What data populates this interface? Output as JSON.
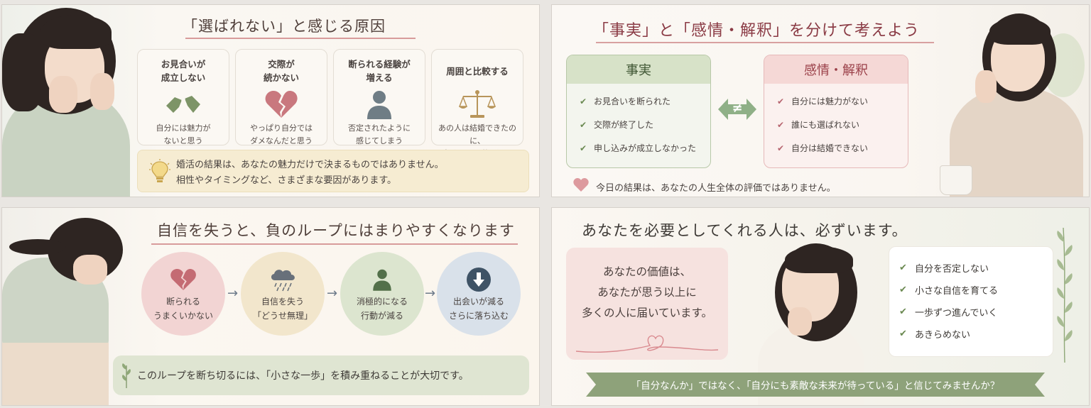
{
  "panel1": {
    "title": "「選ばれない」と感じる原因",
    "cards": [
      {
        "heading": "お見合いが\n成立しない",
        "icon": "broken-hands-icon",
        "description": "自分には魅力が\nないと思う"
      },
      {
        "heading": "交際が\n続かない",
        "icon": "broken-heart-icon",
        "description": "やっぱり自分では\nダメなんだと思う"
      },
      {
        "heading": "断られる経験が\n増える",
        "icon": "person-icon",
        "description": "否定されたように\n感じてしまう"
      },
      {
        "heading": "周囲と比較する",
        "icon": "scales-icon",
        "description": "あの人は結婚できたのに、\n自分は…と落ち込む"
      }
    ],
    "note": {
      "icon": "lightbulb-icon",
      "line1": "婚活の結果は、あなたの魅力だけで決まるものではありません。",
      "line2": "相性やタイミングなど、さまざまな要因があります。"
    }
  },
  "panel2": {
    "title": "「事実」と「感情・解釈」を分けて考えよう",
    "fact": {
      "heading": "事実",
      "items": [
        "お見合いを断られた",
        "交際が終了した",
        "申し込みが成立しなかった"
      ]
    },
    "feeling": {
      "heading": "感情・解釈",
      "items": [
        "自分には魅力がない",
        "誰にも選ばれない",
        "自分は結婚できない"
      ]
    },
    "neq_symbol": "≠",
    "footer": "今日の結果は、あなたの人生全体の評価ではありません。"
  },
  "panel3": {
    "title": "自信を失うと、負のループにはまりやすくなります",
    "steps": [
      {
        "icon": "broken-heart-icon",
        "text": "断られる\nうまくいかない"
      },
      {
        "icon": "rain-cloud-icon",
        "text": "自信を失う\n「どうせ無理」"
      },
      {
        "icon": "person-icon",
        "text": "消極的になる\n行動が減る"
      },
      {
        "icon": "down-arrow-icon",
        "text": "出会いが減る\nさらに落ち込む"
      }
    ],
    "arrow": "→",
    "banner": "このループを断ち切るには、「小さな一歩」を積み重ねることが大切です。"
  },
  "panel4": {
    "title": "あなたを必要としてくれる人は、必ずいます。",
    "value_message": "あなたの価値は、\nあなたが思う以上に\n多くの人に届いています。",
    "checklist": [
      "自分を否定しない",
      "小さな自信を育てる",
      "一歩ずつ進んでいく",
      "あきらめない"
    ],
    "ribbon": "「自分なんか」ではなく、「自分にも素敵な未来が待っている」と信じてみませんか？"
  },
  "check_mark": "✔",
  "colors": {
    "accent_pink": "#d98a8f",
    "accent_green": "#6b8a52",
    "ribbon_green": "#8ea27a",
    "title_red": "#8a3a44"
  }
}
